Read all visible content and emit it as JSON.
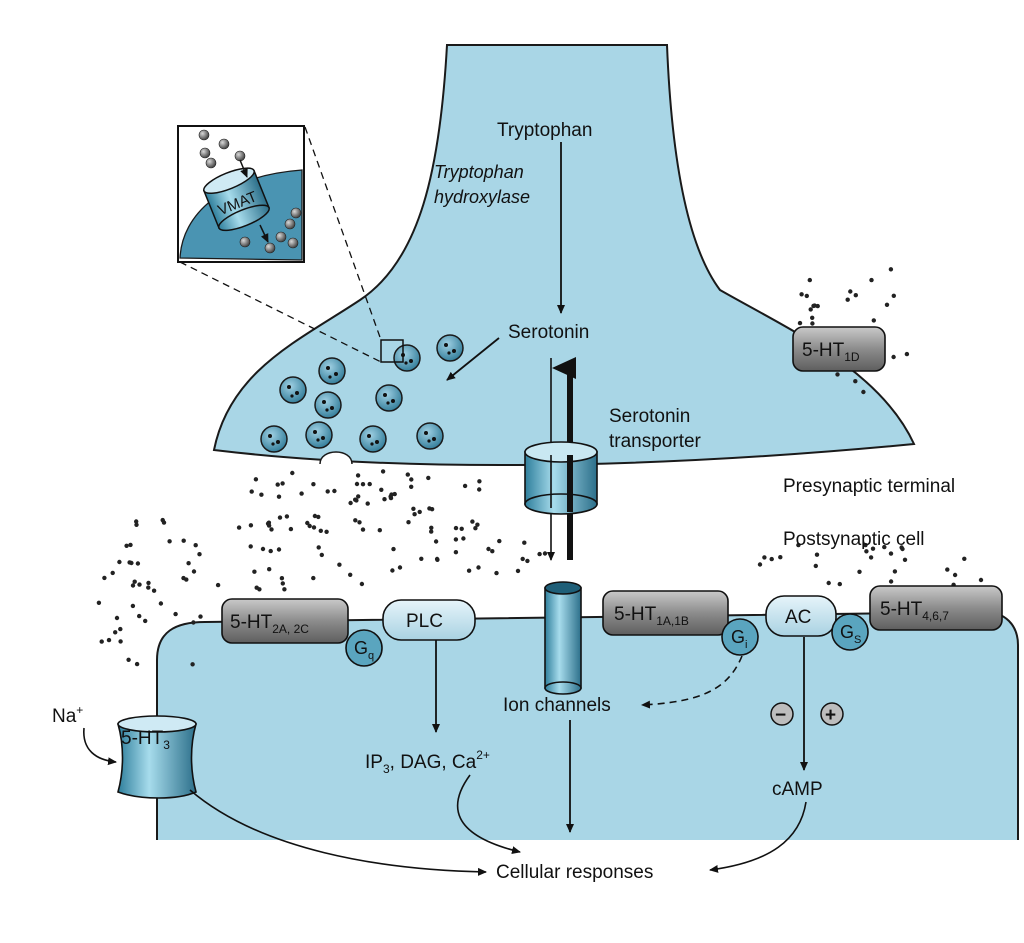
{
  "labels": {
    "tryptophan": "Tryptophan",
    "enzyme_line1": "Tryptophan",
    "enzyme_line2": "hydroxylase",
    "serotonin": "Serotonin",
    "transporter_line1": "Serotonin",
    "transporter_line2": "transporter",
    "presynaptic": "Presynaptic terminal",
    "postsynaptic": "Postsynaptic cell",
    "vmat": "VMAT",
    "plc": "PLC",
    "ac": "AC",
    "ion_channels": "Ion channels",
    "camp": "cAMP",
    "cellular_responses": "Cellular responses",
    "na": "Na",
    "na_sup": "+",
    "minus": "−",
    "plus": "+"
  },
  "receptors": {
    "ht1d": {
      "base": "5-HT",
      "sub": "1D"
    },
    "ht2": {
      "base": "5-HT",
      "sub": "2A, 2C"
    },
    "ht1ab": {
      "base": "5-HT",
      "sub": "1A,1B"
    },
    "ht467": {
      "base": "5-HT",
      "sub": "4,6,7"
    },
    "ht3": {
      "base": "5-HT",
      "sub": "3"
    }
  },
  "gproteins": {
    "gq": {
      "base": "G",
      "sub": "q"
    },
    "gi": {
      "base": "G",
      "sub": "i"
    },
    "gs": {
      "base": "G",
      "sub": "S"
    }
  },
  "second_messengers": {
    "ip3": "IP",
    "ip3_sub": "3",
    "dag": ", DAG, Ca",
    "ca_sup": "2+"
  },
  "colors": {
    "cell_fill": "#a9d6e6",
    "cell_stroke": "#1a1a1a",
    "receptor_fill": "#8a8a8a",
    "gprotein_fill": "#5aa5bf",
    "enzyme_fill": "#cfe8f2",
    "vesicle_fill": "#3f8fae"
  }
}
